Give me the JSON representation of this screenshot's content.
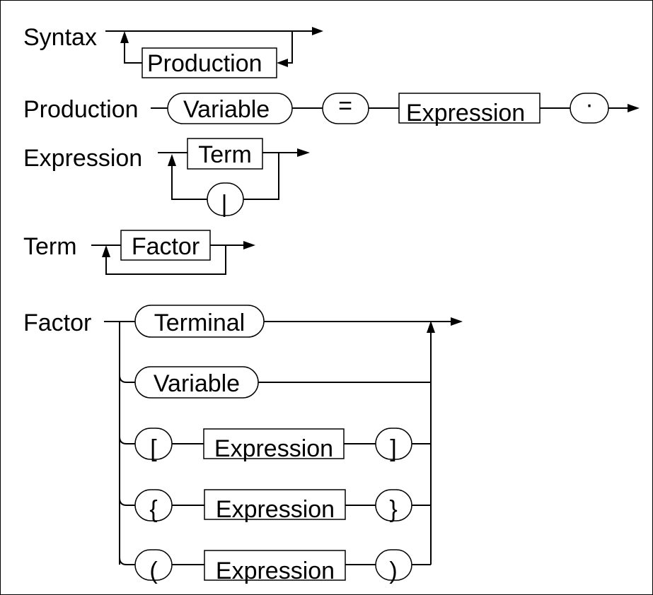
{
  "rules": {
    "syntax": {
      "name": "Syntax",
      "production": "Production"
    },
    "production": {
      "name": "Production",
      "variable": "Variable",
      "equals": "=",
      "expression": "Expression",
      "period": "·"
    },
    "expression": {
      "name": "Expression",
      "term": "Term",
      "bar": "|"
    },
    "term": {
      "name": "Term",
      "factor": "Factor"
    },
    "factor": {
      "name": "Factor",
      "terminal": "Terminal",
      "variable": "Variable",
      "optional": {
        "open": "[",
        "expression": "Expression",
        "close": "]"
      },
      "repetition": {
        "open": "{",
        "expression": "Expression",
        "close": "}"
      },
      "group": {
        "open": "(",
        "expression": "Expression",
        "close": ")"
      }
    }
  }
}
